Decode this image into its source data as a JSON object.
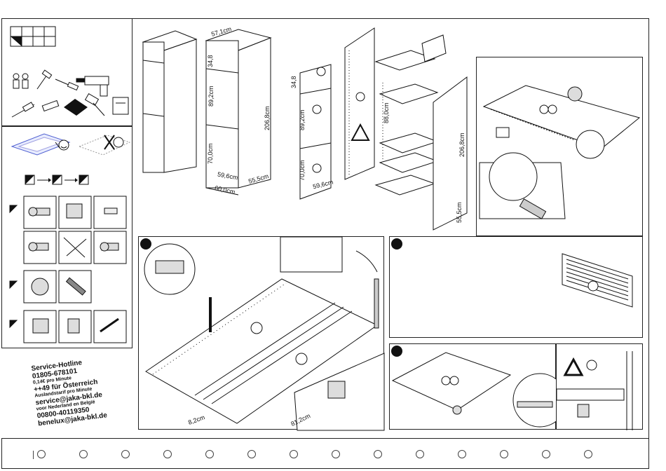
{
  "dimensions": {
    "top_depth": "57,1cm",
    "upper_door": "34,8",
    "middle_door": "89,2cm",
    "lower_door": "70,0cm",
    "total_height": "206,8cm",
    "front_width": "59,6cm",
    "side_depth": "55,5cm",
    "base_width": "60,0cm",
    "panel_top": "34,8",
    "panel_mid": "89,2cm",
    "panel_low": "70,0cm",
    "panel_width": "59,6cm",
    "inner_height": "88,0cm",
    "back_height": "206,8cm",
    "back_depth": "55,5cm",
    "rail_length": "81,2cm",
    "rail_offset": "8,2cm"
  },
  "hotline": {
    "title": "Service-Hotline",
    "phone_de": "01805-678101",
    "price_note": "0,14€ pro Minute",
    "phone_at": "++49 für Österreich",
    "price_note_at": "Auslandstarif pro Minute",
    "email": "service@jaka-bkl.de",
    "nl_note": "voor Nederland en België",
    "phone_nl": "00800-40119350",
    "email_nl": "benelux@jaka-bkl.de"
  },
  "bottom_strip": {
    "circle_count": 14
  },
  "icons": {
    "warning": "warning-triangle-icon",
    "ok": "smiley-ok-icon",
    "not_ok": "smiley-bad-icon"
  }
}
